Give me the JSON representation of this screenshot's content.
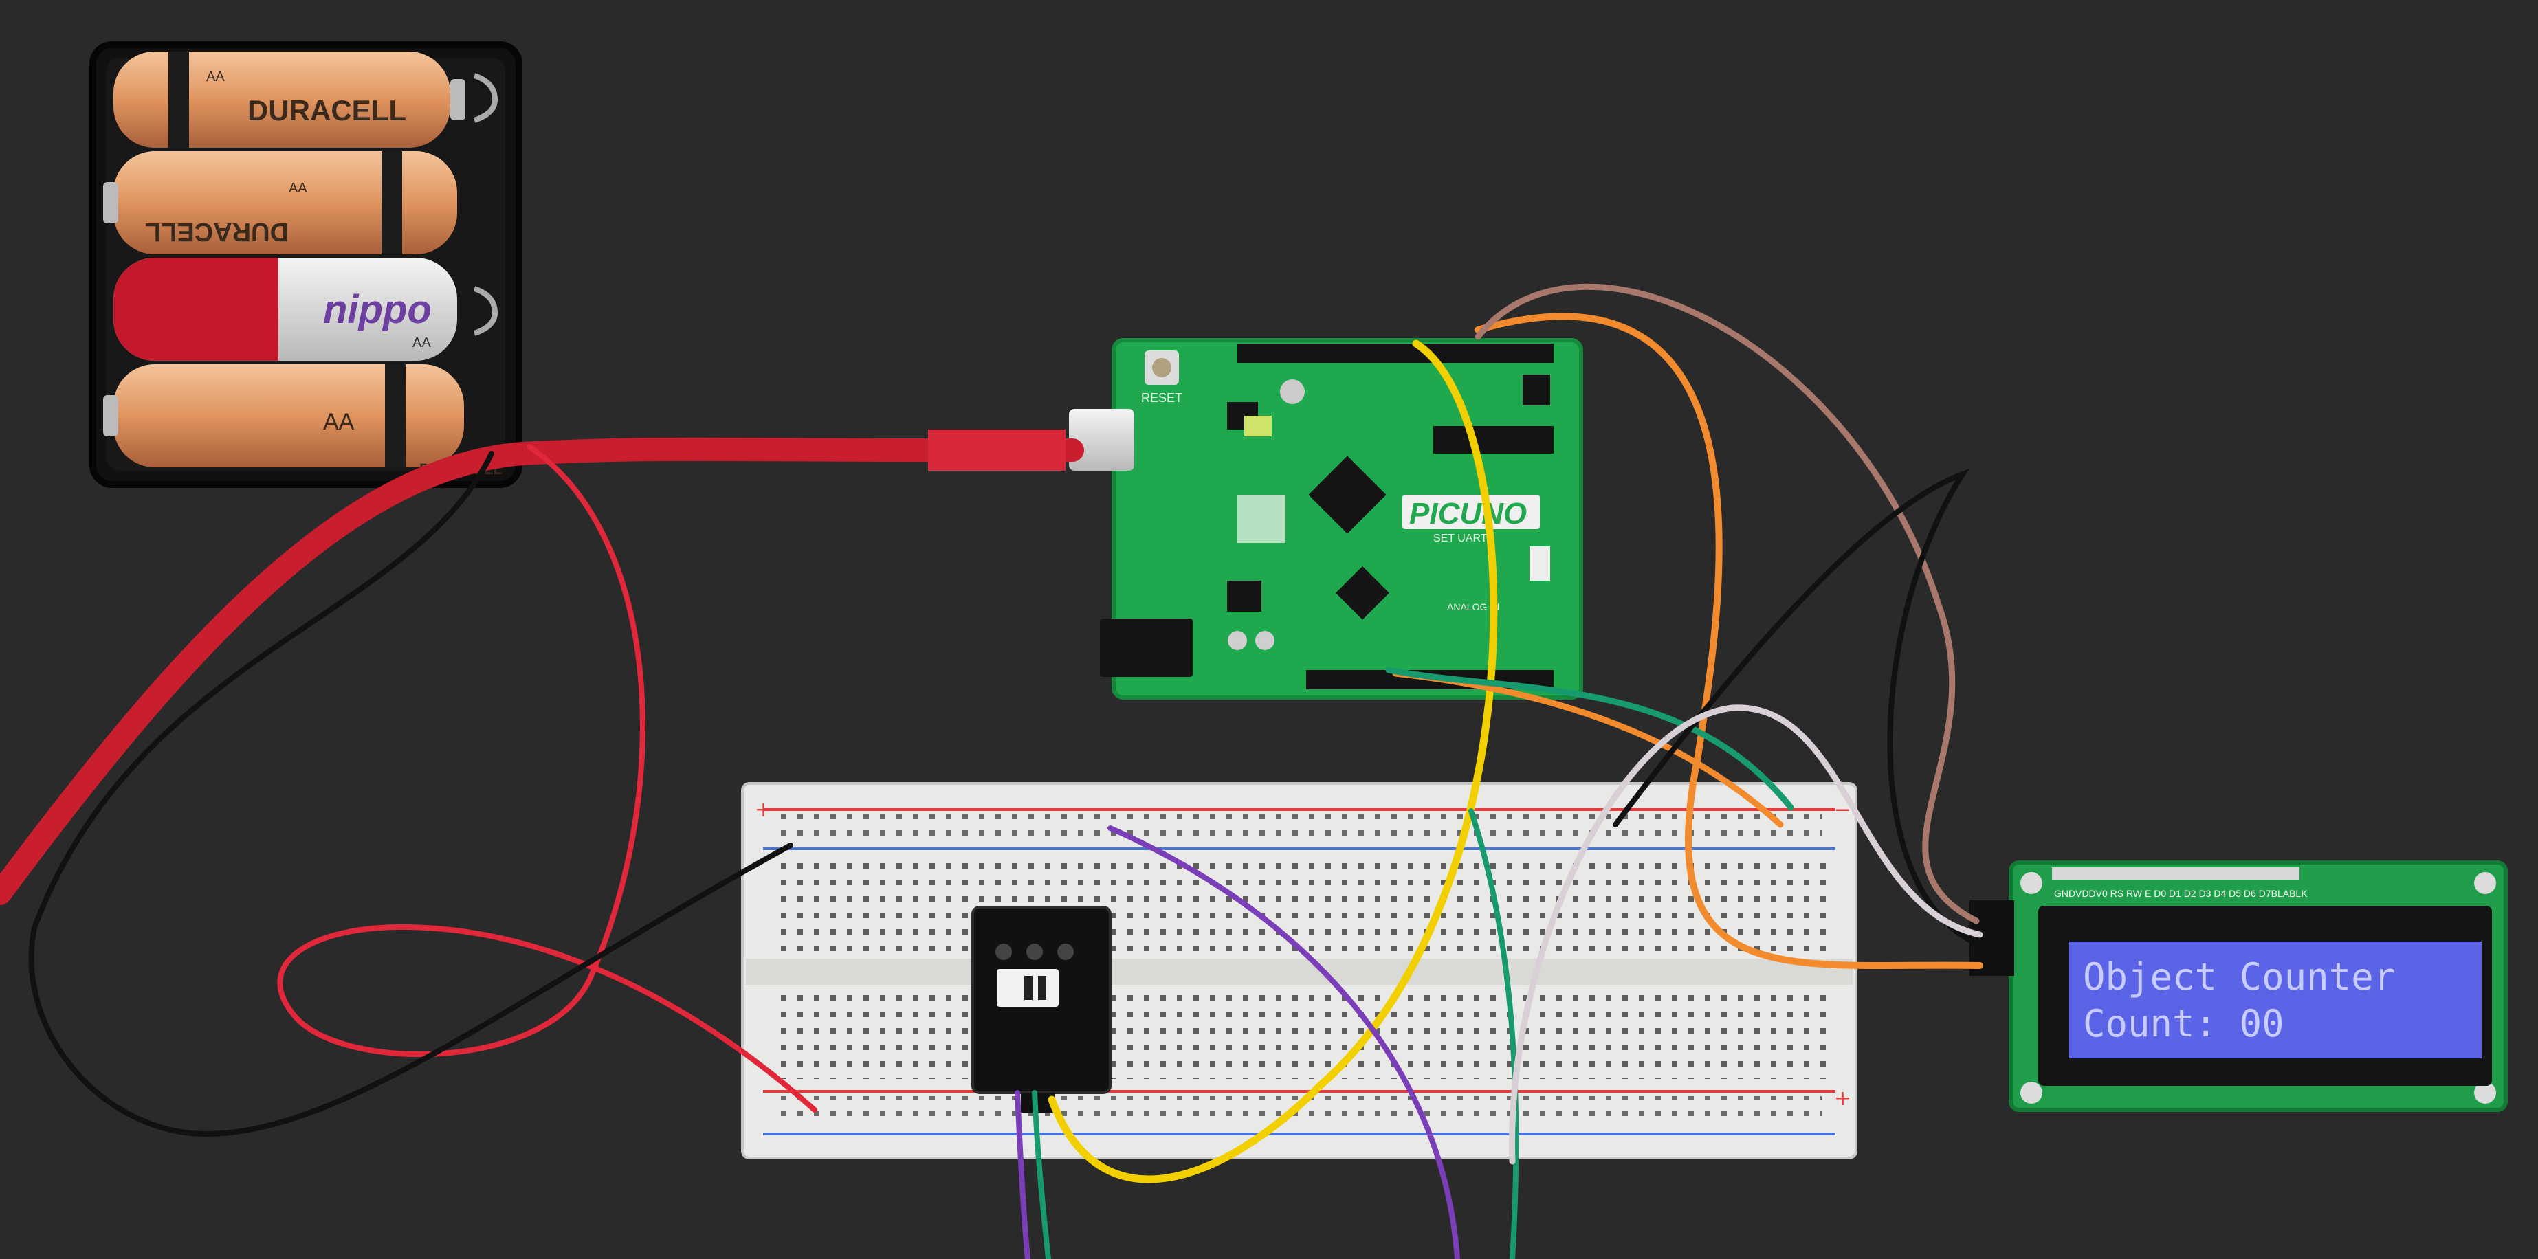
{
  "battery_pack": {
    "cells": [
      {
        "brand": "DURACELL",
        "size": "AA"
      },
      {
        "brand": "DURACELL",
        "size": "AA"
      },
      {
        "brand": "nippo",
        "size": "AA"
      },
      {
        "brand": "DURACELL",
        "size": "AA"
      }
    ]
  },
  "board": {
    "name": "PICUNO",
    "reset_label": "RESET",
    "uart_label": "SET UART",
    "analog_label": "ANALOG IN"
  },
  "lcd": {
    "header_pins": "GNDVDDV0 RS RW E D0 D1 D2 D3 D4 D5 D6 D7BLABLK",
    "line1": "Object Counter",
    "line2": "Count: 00"
  },
  "colors": {
    "background": "#2a2a2b",
    "board_green": "#1fa84e",
    "lcd_screen": "#5b63e6",
    "lcd_text": "#c8ccff",
    "wire_red": "#e0283a",
    "wire_yellow": "#f2d000",
    "wire_orange": "#f28a2e",
    "wire_purple": "#7a3fb8",
    "wire_green": "#179a6e",
    "wire_brown": "#a8786c"
  }
}
